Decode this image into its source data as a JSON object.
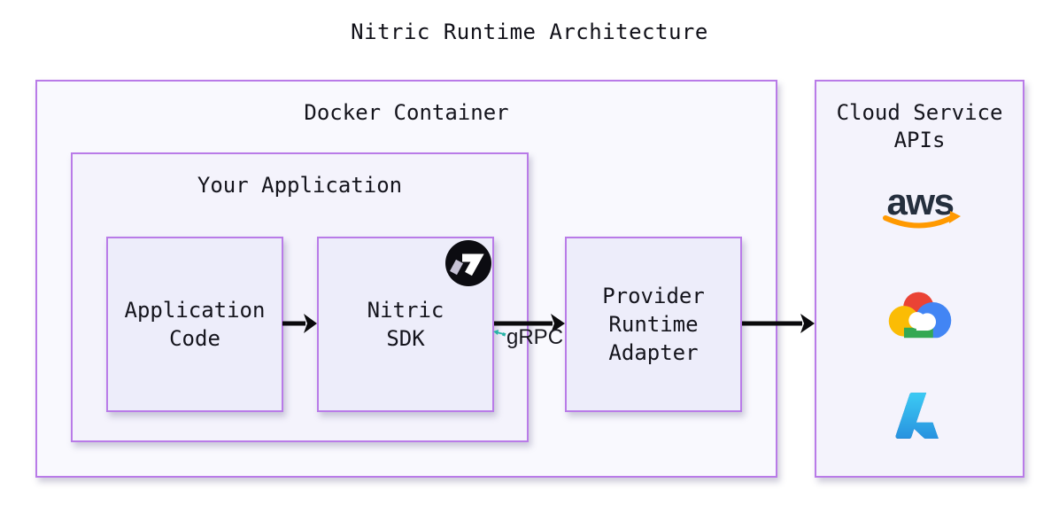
{
  "title": "Nitric Runtime Architecture",
  "docker_container": {
    "label": "Docker Container"
  },
  "your_application": {
    "label": "Your Application"
  },
  "application_code": {
    "label": "Application Code"
  },
  "nitric_sdk": {
    "label": "Nitric SDK"
  },
  "provider_runtime_adapter": {
    "label": "Provider Runtime Adapter"
  },
  "grpc": {
    "label": "gRPC"
  },
  "cloud_service_apis": {
    "label": "Cloud Service APIs",
    "providers": [
      "AWS",
      "Google Cloud",
      "Azure"
    ]
  },
  "logos": {
    "aws_text": "aws"
  },
  "colors": {
    "box_border": "#b97be8",
    "docker_fill": "#f9f9fe",
    "application_fill": "#f4f3fc",
    "inner_box_fill": "#ededfa",
    "text": "#14141c",
    "arrow": "#0a0a0c",
    "grpc_accent": "#26b2a6",
    "nitric_black": "#0c0c11",
    "aws_navy": "#252f3e",
    "aws_orange": "#ff9900",
    "gcp_red": "#ea4335",
    "gcp_yellow": "#fbbc05",
    "gcp_green": "#34a853",
    "gcp_blue": "#4285f4",
    "azure_blue": "#0078d4"
  }
}
